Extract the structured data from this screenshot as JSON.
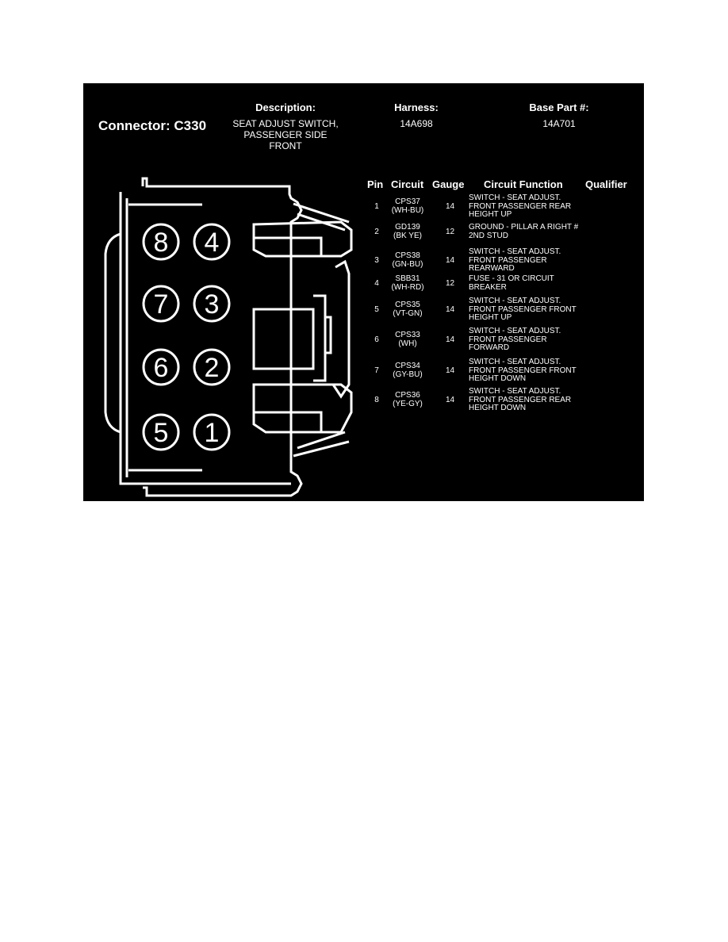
{
  "connector": {
    "label": "Connector: C330"
  },
  "header": {
    "description_label": "Description:",
    "description_lines": [
      "SEAT ADJUST SWITCH,",
      "PASSENGER SIDE",
      "FRONT"
    ],
    "harness_label": "Harness:",
    "harness": "14A698",
    "base_part_label": "Base Part #:",
    "base_part": "14A701"
  },
  "table": {
    "columns": [
      "Pin",
      "Circuit",
      "Gauge",
      "Circuit Function",
      "Qualifier"
    ],
    "rows": [
      {
        "pin": "1",
        "circuit": "CPS37",
        "color": "(WH-BU)",
        "gauge": "14",
        "function": [
          "SWITCH - SEAT ADJUST.",
          "FRONT PASSENGER REAR",
          "HEIGHT UP"
        ]
      },
      {
        "pin": "2",
        "circuit": "GD139",
        "color": "(BK YE)",
        "gauge": "12",
        "function": [
          "GROUND - PILLAR A RIGHT #",
          "2ND STUD"
        ]
      },
      {
        "pin": "3",
        "circuit": "CPS38",
        "color": "(GN-BU)",
        "gauge": "14",
        "function": [
          "SWITCH - SEAT ADJUST.",
          "FRONT PASSENGER",
          "REARWARD"
        ]
      },
      {
        "pin": "4",
        "circuit": "SBB31",
        "color": "(WH-RD)",
        "gauge": "12",
        "function": [
          "FUSE - 31 OR CIRCUIT",
          "BREAKER"
        ]
      },
      {
        "pin": "5",
        "circuit": "CPS35",
        "color": "(VT-GN)",
        "gauge": "14",
        "function": [
          "SWITCH - SEAT ADJUST.",
          "FRONT PASSENGER FRONT",
          "HEIGHT UP"
        ]
      },
      {
        "pin": "6",
        "circuit": "CPS33",
        "color": "(WH)",
        "gauge": "14",
        "function": [
          "SWITCH - SEAT ADJUST.",
          "FRONT PASSENGER",
          "FORWARD"
        ]
      },
      {
        "pin": "7",
        "circuit": "CPS34",
        "color": "(GY-BU)",
        "gauge": "14",
        "function": [
          "SWITCH - SEAT ADJUST.",
          "FRONT PASSENGER FRONT",
          "HEIGHT DOWN"
        ]
      },
      {
        "pin": "8",
        "circuit": "CPS36",
        "color": "(YE-GY)",
        "gauge": "14",
        "function": [
          "SWITCH - SEAT ADJUST.",
          "FRONT PASSENGER REAR",
          "HEIGHT DOWN"
        ]
      }
    ]
  },
  "pins": [
    {
      "num": "8",
      "col": 0,
      "row": 0
    },
    {
      "num": "4",
      "col": 1,
      "row": 0
    },
    {
      "num": "7",
      "col": 0,
      "row": 1
    },
    {
      "num": "3",
      "col": 1,
      "row": 1
    },
    {
      "num": "6",
      "col": 0,
      "row": 2
    },
    {
      "num": "2",
      "col": 1,
      "row": 2
    },
    {
      "num": "5",
      "col": 0,
      "row": 3
    },
    {
      "num": "1",
      "col": 1,
      "row": 3
    }
  ]
}
